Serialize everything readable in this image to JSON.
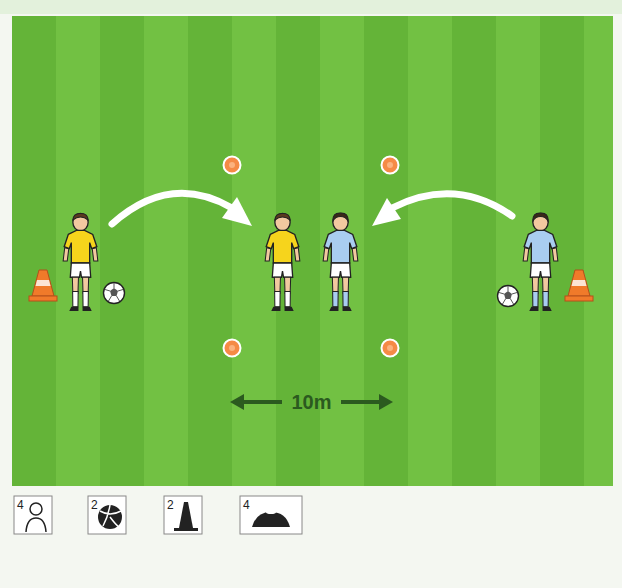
{
  "diagram": {
    "labels": [
      "10m",
      "4",
      "2",
      "2",
      "4"
    ]
  }
}
